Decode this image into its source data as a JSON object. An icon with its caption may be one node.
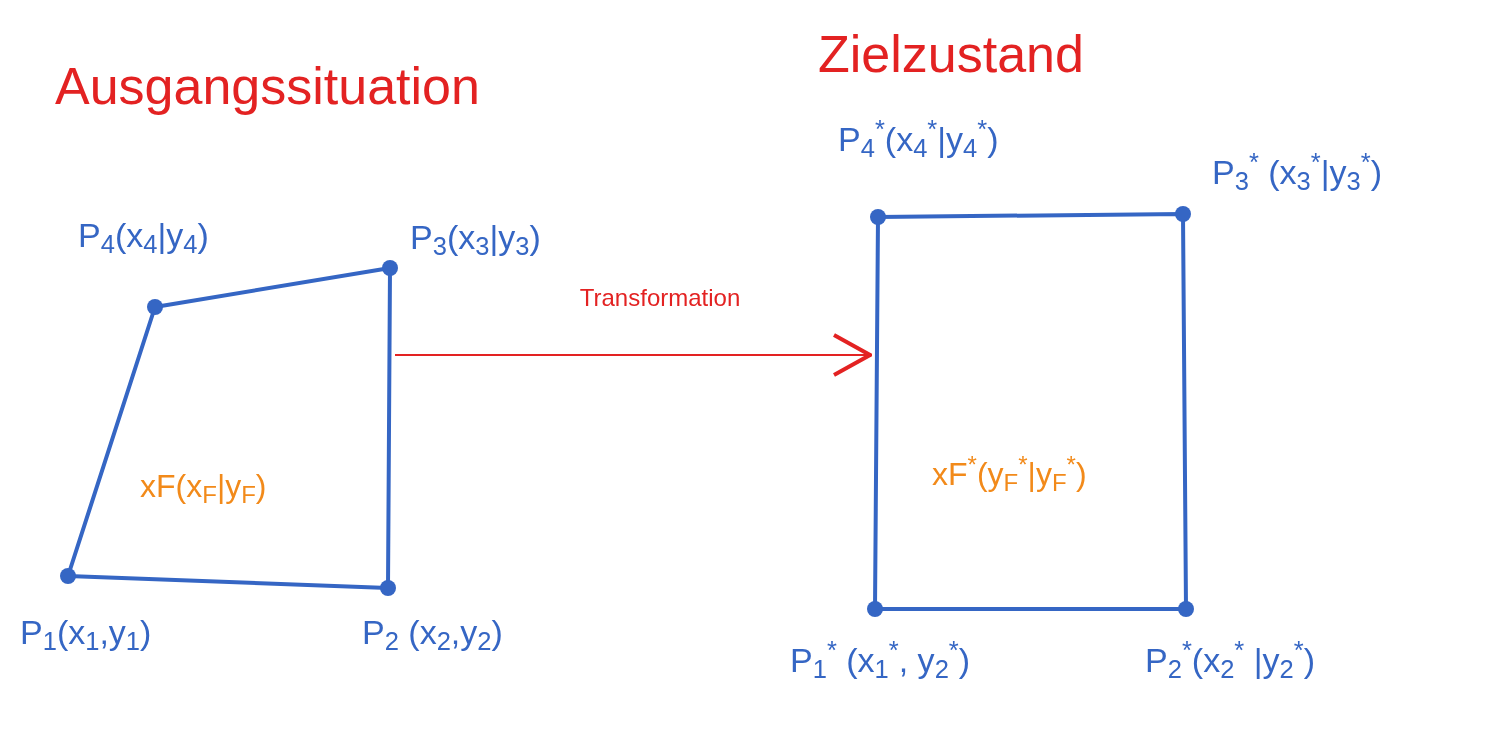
{
  "diagram": {
    "nodes": [
      {
        "text": [
          "xF(x$_{F}$|y$_{F}$)"
        ]
      },
      {
        "text": [
          "xF$^{*}$(y$_{F}$$^{*}$|y$_{F}$$^{*}$)"
        ]
      },
      {
        "text": [],
        "shape": "circle"
      },
      {
        "text": [],
        "shape": "circle",
        "beside": [
          "P$_{3}$(x$_{3}$|y$_{3}$)"
        ]
      },
      {
        "text": [],
        "shape": "circle",
        "beside": [
          "P$_{1}$(x$_{1}$,y$_{1}$)"
        ]
      },
      {
        "text": [],
        "shape": "circle",
        "beside": [
          "P$_{2}$ (x$_{2}$,y$_{2}$)"
        ]
      },
      {
        "text": [],
        "shape": "circle",
        "beside": [
          "P$_{4}$$^{*}$(x$_{4}$$^{*}$|y$_{4}$$^{*}$)"
        ]
      },
      {
        "text": [],
        "shape": "circle",
        "beside": [
          "P$_{3}$$^{*}$ (x$_{3}$$^{*}$|y$_{3}$$^{*}$)"
        ]
      },
      {
        "text": [],
        "shape": "circle",
        "beside": [
          "P$_{1}$$^{*}$ (x$_{1}$$^{*}$, y$_{2}$$^{*}$)"
        ]
      },
      {
        "text": [],
        "shape": "circle",
        "beside": [
          "P$_{2}$$^{*}$(x$_{2}$$^{*}$ |y$_{2}$$^{*}$)"
        ]
      }
    ],
    "edges": [
      {
        "from": 0,
        "to": 1,
        "arrow": "to",
        "label": "Transformation"
      }
    ],
    "labels": [
      "Ausgangssituation",
      "Zielzustand",
      "P$_{4}$(x$_{4}$|y$_{4}$)"
    ]
  }
}
